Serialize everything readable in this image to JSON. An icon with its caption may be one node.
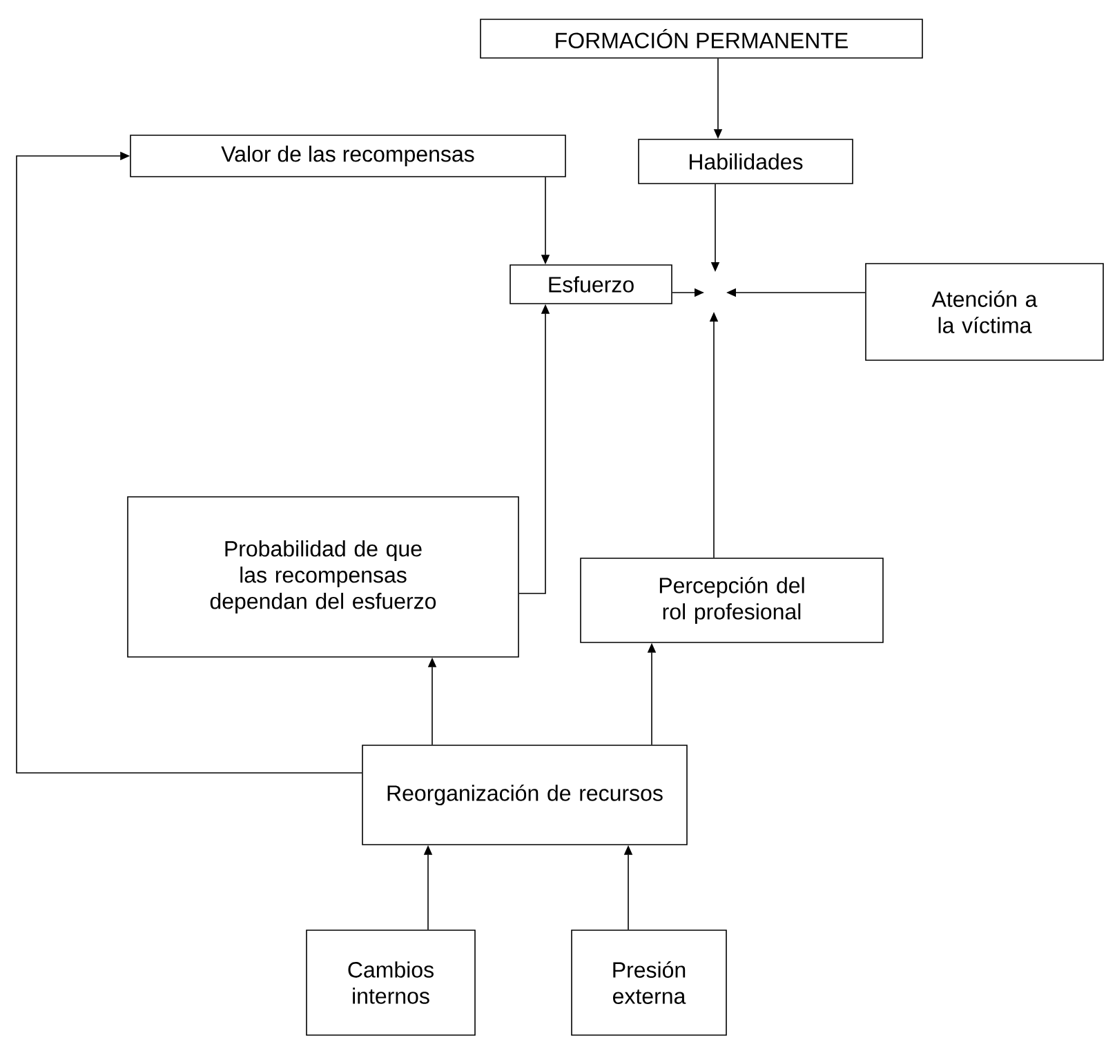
{
  "diagram": {
    "nodes": [
      {
        "text": [
          "FORMACIÓN PERMANENTE"
        ]
      },
      {
        "text": [
          "Valor de las recompensas"
        ]
      },
      {
        "text": [
          "Habilidades"
        ]
      },
      {
        "text": [
          "Esfuerzo"
        ]
      },
      {
        "text": [
          "Atención a la víctima"
        ]
      },
      {
        "text": [
          "Probabilidad de que las recompensas dependan del esfuerzo"
        ]
      },
      {
        "text": [
          "Percepción del rol profesional"
        ]
      },
      {
        "text": [
          "Reorganización de recursos"
        ]
      },
      {
        "text": [
          "Cambios internos"
        ]
      },
      {
        "text": [
          "Presión externa"
        ]
      }
    ],
    "edges": [
      {
        "from": 0,
        "to": 2,
        "arrow": "to"
      },
      {
        "from": 1,
        "to": 3,
        "arrow": "to"
      },
      {
        "from": 2,
        "to": null,
        "arrow": "to"
      },
      {
        "from": 3,
        "to": null,
        "arrow": "to"
      },
      {
        "from": 4,
        "to": null,
        "arrow": "to"
      },
      {
        "from": 5,
        "to": 3,
        "arrow": "to"
      },
      {
        "from": 6,
        "to": null,
        "arrow": "to"
      },
      {
        "from": 7,
        "to": 1,
        "arrow": "to"
      },
      {
        "from": 7,
        "to": 5,
        "arrow": "to"
      },
      {
        "from": 7,
        "to": 6,
        "arrow": "to"
      },
      {
        "from": 8,
        "to": 7,
        "arrow": "to"
      },
      {
        "from": 9,
        "to": 7,
        "arrow": "to"
      }
    ]
  }
}
